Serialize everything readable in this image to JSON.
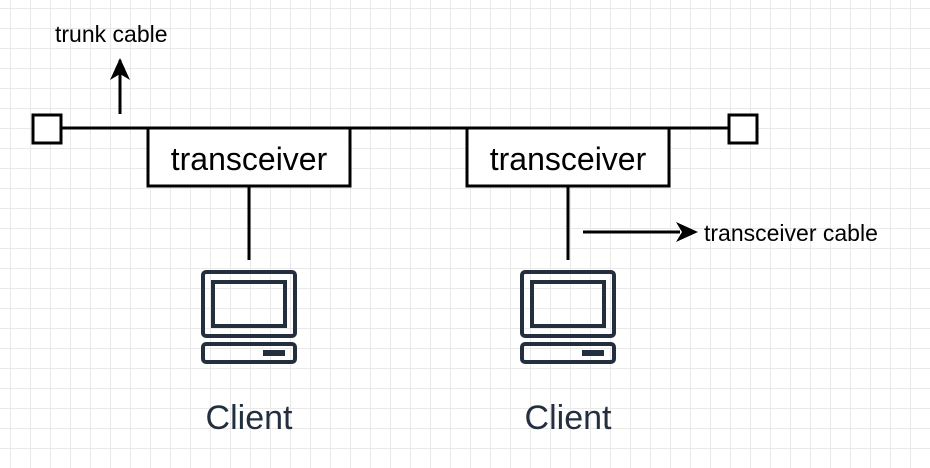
{
  "labels": {
    "trunk_cable": "trunk cable",
    "transceiver_cable": "transceiver cable"
  },
  "transceivers": [
    {
      "label": "transceiver"
    },
    {
      "label": "transceiver"
    }
  ],
  "clients": [
    {
      "label": "Client",
      "icon": "desktop-computer-icon"
    },
    {
      "label": "Client",
      "icon": "desktop-computer-icon"
    }
  ],
  "colors": {
    "line": "#000000",
    "icon": "#232f3e",
    "grid": "#e9e9e9"
  }
}
